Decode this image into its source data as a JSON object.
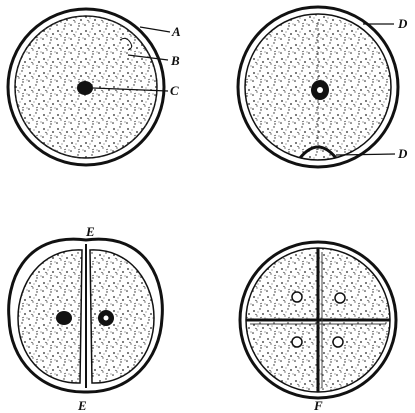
{
  "figure": {
    "cells": [
      {
        "stage": "single-cell"
      },
      {
        "stage": "cleavage-furrow"
      },
      {
        "stage": "two-cell"
      },
      {
        "stage": "four-cell"
      }
    ],
    "labels": {
      "A": "A",
      "B": "B",
      "C": "C",
      "D_top": "D",
      "D_bottom": "D",
      "E_top": "E",
      "E_bottom": "E",
      "F": "F"
    }
  }
}
